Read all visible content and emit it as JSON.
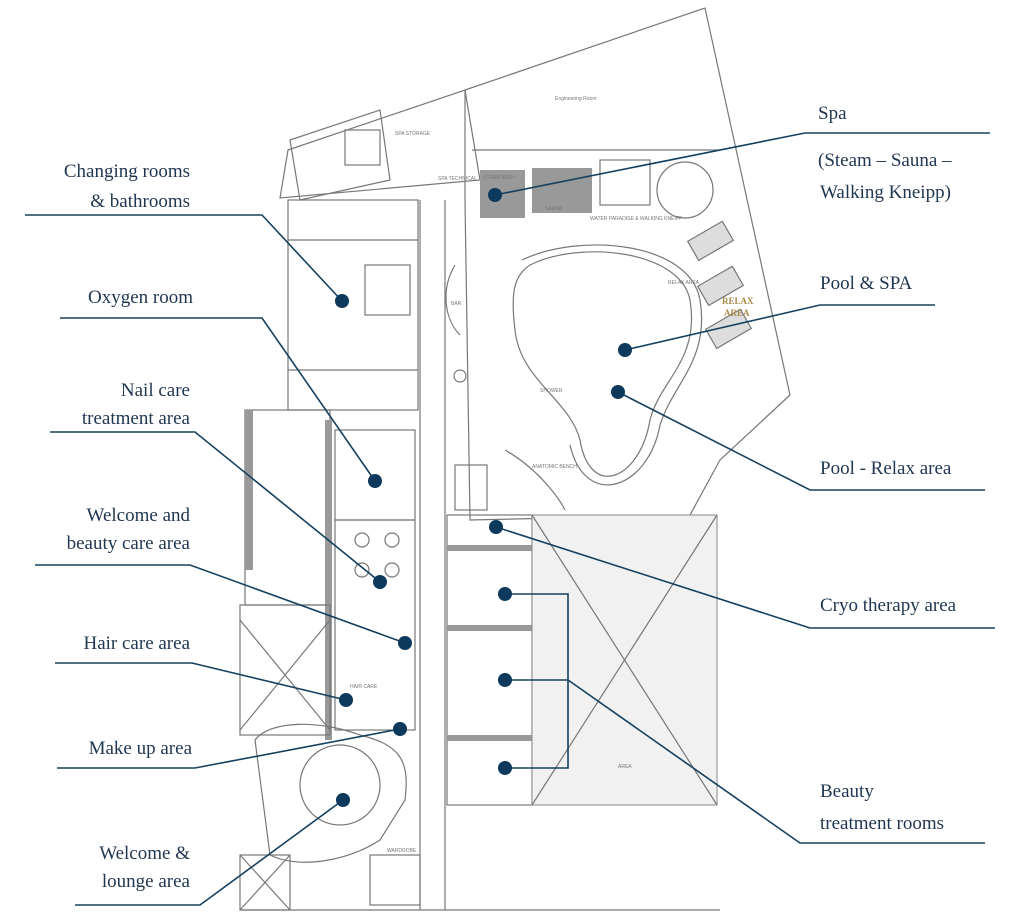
{
  "labels_left": [
    {
      "id": "changing",
      "lines": [
        "Changing rooms",
        "& bathrooms"
      ]
    },
    {
      "id": "oxygen",
      "lines": [
        "Oxygen room"
      ]
    },
    {
      "id": "nail",
      "lines": [
        "Nail care",
        "treatment area"
      ]
    },
    {
      "id": "welcome-beauty",
      "lines": [
        "Welcome and",
        "beauty care area"
      ]
    },
    {
      "id": "hair",
      "lines": [
        "Hair care area"
      ]
    },
    {
      "id": "makeup",
      "lines": [
        "Make up area"
      ]
    },
    {
      "id": "lounge",
      "lines": [
        "Welcome &",
        "lounge area"
      ]
    }
  ],
  "labels_right": [
    {
      "id": "spa",
      "lines": [
        "Spa",
        "(Steam – Sauna –",
        "Walking Kneipp)"
      ]
    },
    {
      "id": "pool-spa",
      "lines": [
        "Pool & SPA"
      ]
    },
    {
      "id": "pool-relax",
      "lines": [
        "Pool - Relax area"
      ]
    },
    {
      "id": "cryo",
      "lines": [
        "Cryo therapy area"
      ]
    },
    {
      "id": "beauty-rooms",
      "lines": [
        "Beauty",
        "treatment rooms"
      ]
    }
  ],
  "plan_text": {
    "engineering": "Engineering Room",
    "spa_storage": "SPA STORAGE",
    "spa_technical": "SPA TECHNICAL",
    "steam": "STEAM BATH",
    "sauna": "SAUNA",
    "water": "WATER PARADISE & WALKING KNEIPP",
    "relax_small": "RELAX AREA",
    "relax_gold": [
      "RELAX",
      "AREA"
    ],
    "bar": "BAR",
    "shower": "SHOWER",
    "anatomic": "ANATOMIC BENCH",
    "hair_care": "HAIR CARE",
    "wardrobe": "WARDROBE",
    "area": "AREA"
  },
  "colors": {
    "marker": "#0d3a5c",
    "label": "#1f3550",
    "accent_gold": "#a88a4a"
  }
}
